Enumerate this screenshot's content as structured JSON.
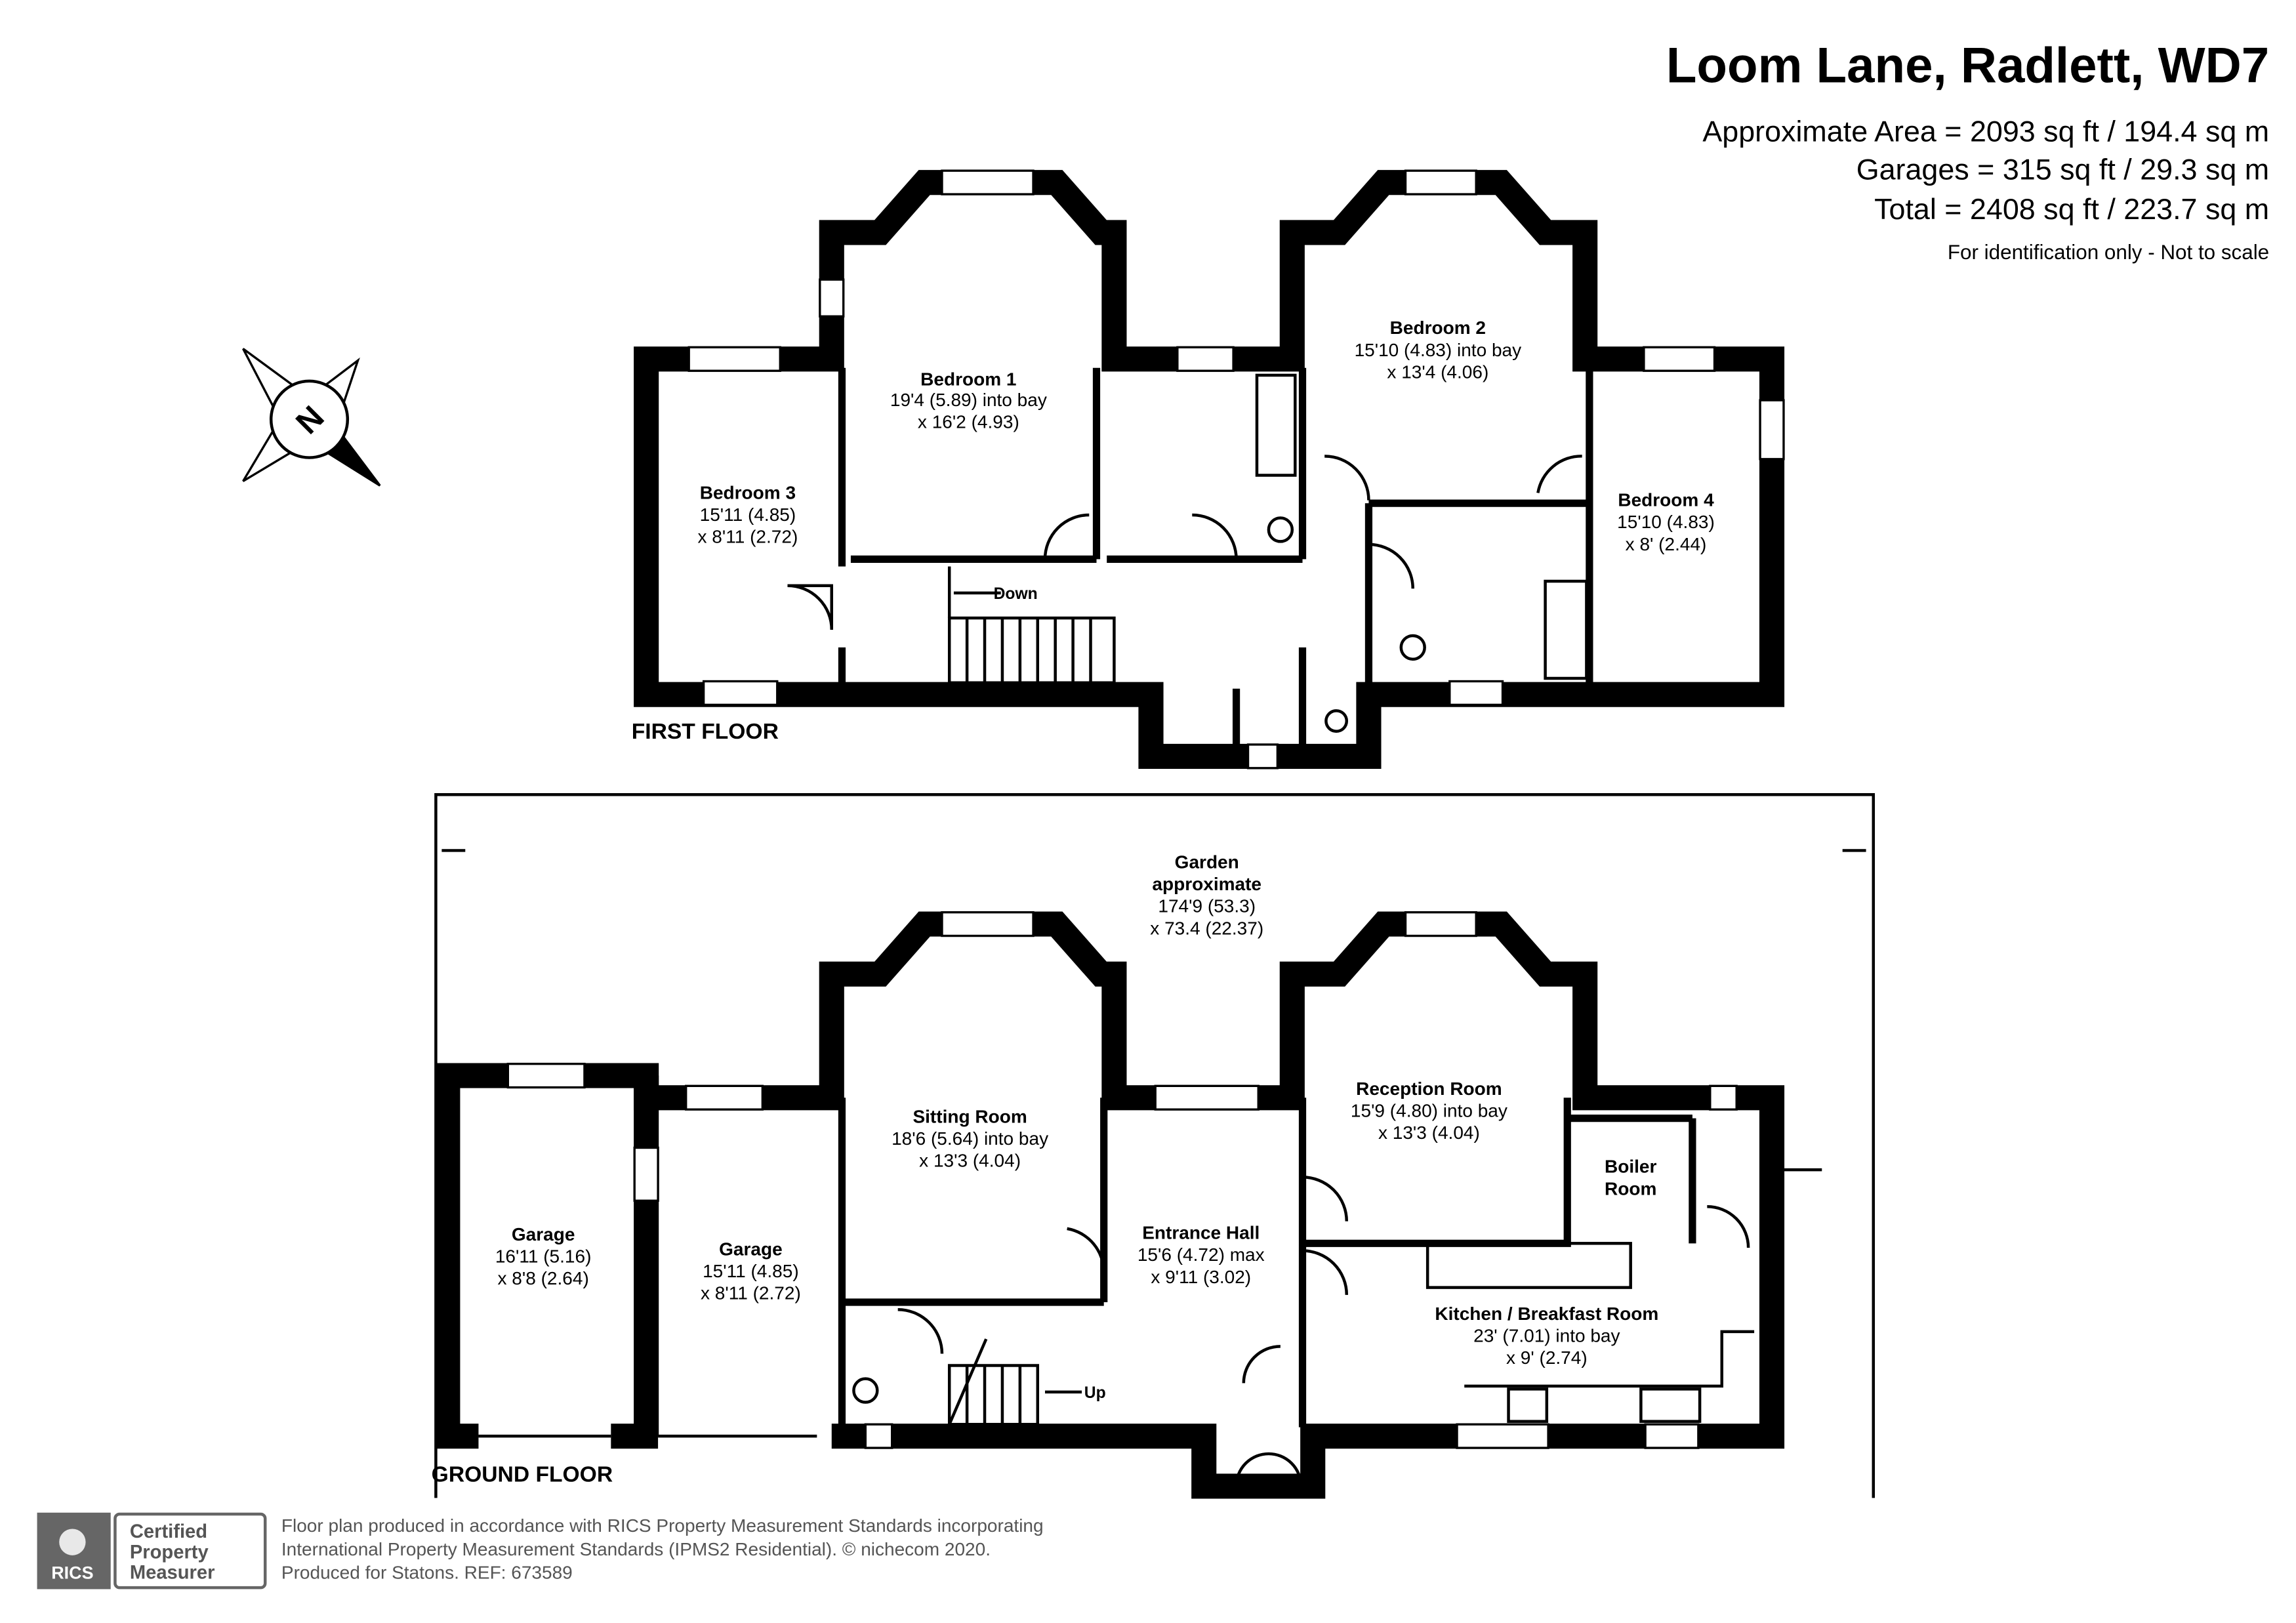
{
  "header": {
    "title": "Loom Lane, Radlett, WD7",
    "areas": [
      "Approximate Area = 2093 sq ft / 194.4 sq m",
      "Garages = 315 sq ft / 29.3 sq m",
      "Total = 2408 sq ft / 223.7 sq m"
    ],
    "note": "For identification only - Not to scale"
  },
  "compass": {
    "label": "N"
  },
  "first_floor": {
    "label": "FIRST FLOOR",
    "stairs_label": "Down",
    "rooms": [
      {
        "name": "Bedroom 1",
        "dims": [
          "19'4 (5.89) into bay",
          "x 16'2 (4.93)"
        ]
      },
      {
        "name": "Bedroom 2",
        "dims": [
          "15'10 (4.83) into bay",
          "x 13'4 (4.06)"
        ]
      },
      {
        "name": "Bedroom 3",
        "dims": [
          "15'11 (4.85)",
          "x 8'11 (2.72)"
        ]
      },
      {
        "name": "Bedroom 4",
        "dims": [
          "15'10 (4.83)",
          "x 8' (2.44)"
        ]
      }
    ]
  },
  "garden": {
    "lines": [
      "Garden",
      "approximate",
      "174'9 (53.3)",
      "x 73.4 (22.37)"
    ]
  },
  "ground_floor": {
    "label": "GROUND FLOOR",
    "stairs_label": "Up",
    "rooms": [
      {
        "name": "Sitting Room",
        "dims": [
          "18'6 (5.64) into bay",
          "x 13'3 (4.04)"
        ]
      },
      {
        "name": "Reception Room",
        "dims": [
          "15'9 (4.80) into bay",
          "x 13'3 (4.04)"
        ]
      },
      {
        "name": "Boiler",
        "dims": [
          "Room"
        ]
      },
      {
        "name": "Entrance Hall",
        "dims": [
          "15'6 (4.72) max",
          "x 9'11 (3.02)"
        ]
      },
      {
        "name": "Kitchen / Breakfast Room",
        "dims": [
          "23' (7.01) into bay",
          "x 9' (2.74)"
        ]
      },
      {
        "name": "Garage",
        "dims": [
          "16'11 (5.16)",
          "x 8'8 (2.64)"
        ]
      },
      {
        "name": "Garage",
        "dims": [
          "15'11 (4.85)",
          "x 8'11 (2.72)"
        ]
      }
    ]
  },
  "footer": {
    "logo": {
      "brand": "RICS",
      "lines": [
        "Certified",
        "Property",
        "Measurer"
      ]
    },
    "lines": [
      "Floor plan produced in accordance with RICS Property Measurement Standards incorporating",
      "International Property Measurement Standards (IPMS2 Residential).   © nichecom 2020.",
      "Produced for Statons.   REF: 673589"
    ]
  }
}
